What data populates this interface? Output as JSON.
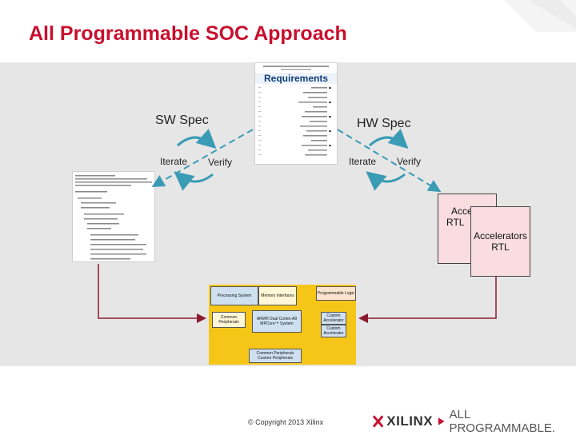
{
  "title": "All Programmable SOC Approach",
  "requirements": {
    "label": "Requirements",
    "heading": "Requirements"
  },
  "sw_spec": "SW  Spec",
  "hw_spec": "HW  Spec",
  "sw_iterate": "Iterate",
  "sw_verify": "Verify",
  "hw_iterate": "Iterate",
  "hw_verify": "Verify",
  "cards": {
    "back_line1": "Acceler",
    "back_line2": "RTL",
    "front_line1": "Accelerators",
    "front_line2": "RTL"
  },
  "soc": {
    "processing_system": "Processing System",
    "memory_interfaces": "Memory Interfaces",
    "programmable_logic": "Programmable Logic",
    "common_peripherals": "Common Peripherals",
    "arm_core": "ARM® Dual Cortex-A9 MPCore™ System",
    "custom_accel_1": "Custom Accelerator",
    "custom_accel_2": "Custom Accelerator",
    "common_custom_peripherals": "Common Peripherals Custom Peripherals"
  },
  "footer": {
    "copyright": "© Copyright 2013 Xilinx",
    "logo_text": "XILINX",
    "tagline": "ALL PROGRAMMABLE."
  },
  "colors": {
    "title": "#c8102e",
    "arrow_teal": "#3a9bb5",
    "connector_red": "#8b1a2e",
    "soc_yellow": "#f5c518",
    "card_pink": "#fadde1"
  }
}
